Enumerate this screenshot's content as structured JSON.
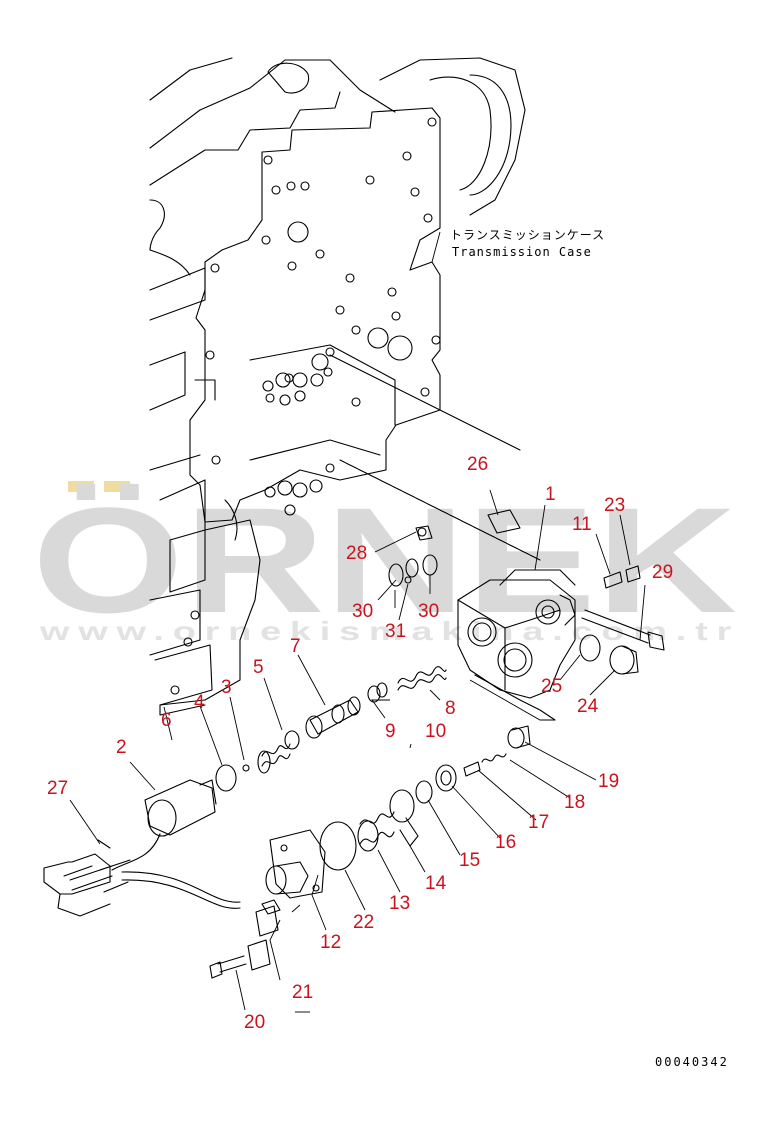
{
  "case_label_jp": "トランスミッションケース",
  "case_label_en": "Transmission Case",
  "watermark": {
    "logo": "ÖRNEK",
    "url": "www.ornekismakina.com.tr"
  },
  "drawing_code": "00040342",
  "colors": {
    "callout": "#c8141e",
    "watermark": "#d9d9d9",
    "watermark_accent": "#f1dca0"
  },
  "callouts": [
    {
      "id": "c1",
      "text": "1"
    },
    {
      "id": "c2",
      "text": "2"
    },
    {
      "id": "c3",
      "text": "3"
    },
    {
      "id": "c4",
      "text": "4"
    },
    {
      "id": "c5",
      "text": "5"
    },
    {
      "id": "c6",
      "text": "6"
    },
    {
      "id": "c7",
      "text": "7"
    },
    {
      "id": "c8",
      "text": "8"
    },
    {
      "id": "c9",
      "text": "9"
    },
    {
      "id": "c10",
      "text": "10"
    },
    {
      "id": "c11",
      "text": "11"
    },
    {
      "id": "c12",
      "text": "12"
    },
    {
      "id": "c13",
      "text": "13"
    },
    {
      "id": "c14",
      "text": "14"
    },
    {
      "id": "c15",
      "text": "15"
    },
    {
      "id": "c16",
      "text": "16"
    },
    {
      "id": "c17",
      "text": "17"
    },
    {
      "id": "c18",
      "text": "18"
    },
    {
      "id": "c19",
      "text": "19"
    },
    {
      "id": "c20",
      "text": "20"
    },
    {
      "id": "c21",
      "text": "21"
    },
    {
      "id": "c22",
      "text": "22"
    },
    {
      "id": "c23",
      "text": "23"
    },
    {
      "id": "c24",
      "text": "24"
    },
    {
      "id": "c25",
      "text": "25"
    },
    {
      "id": "c26",
      "text": "26"
    },
    {
      "id": "c27",
      "text": "27"
    },
    {
      "id": "c28",
      "text": "28"
    },
    {
      "id": "c29",
      "text": "29"
    },
    {
      "id": "c30a",
      "text": "30"
    },
    {
      "id": "c30b",
      "text": "30"
    },
    {
      "id": "c31",
      "text": "31"
    }
  ]
}
